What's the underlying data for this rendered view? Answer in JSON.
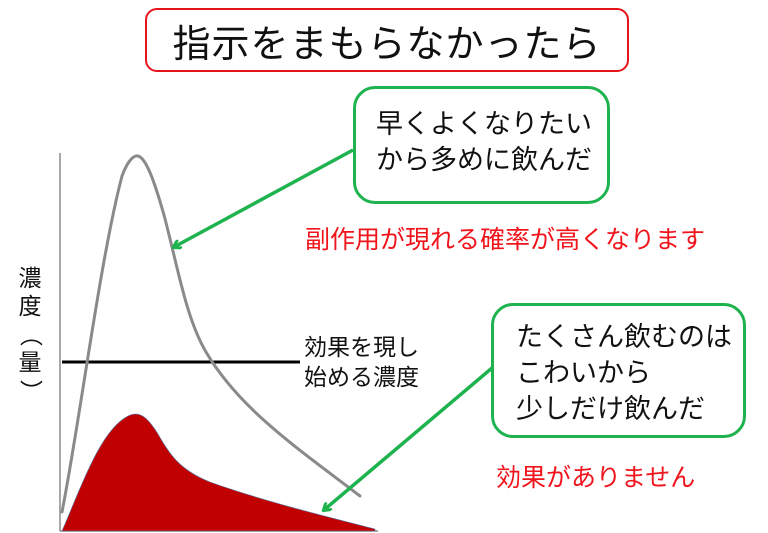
{
  "title": "指示をまもらなかったら",
  "bubbles": {
    "top": {
      "lines": [
        "早くよくなりたい",
        "から多めに飲んだ"
      ]
    },
    "bottom": {
      "lines": [
        "たくさん飲むのは",
        "こわいから",
        "少しだけ飲んだ"
      ]
    }
  },
  "notes": {
    "side_effect": "副作用が現れる確率が高くなります",
    "no_effect": "効果がありません"
  },
  "axis": {
    "y_label_chars": [
      "濃",
      "度",
      "（",
      "量",
      "）"
    ]
  },
  "threshold": {
    "lines": [
      "効果を現し",
      "始める濃度"
    ]
  },
  "colors": {
    "title_border": "#e8141b",
    "bubble_border": "#1fb34f",
    "arrow": "#1fb34f",
    "note_text": "#f0141c",
    "high_dose_curve": "#8a8a8a",
    "low_dose_fill": "#c00000",
    "threshold_line": "#000000"
  },
  "chart_data": {
    "type": "line",
    "title": "指示をまもらなかったら",
    "xlabel": "",
    "ylabel": "濃度（量）",
    "series": [
      {
        "name": "多めに飲んだ (high dose)",
        "style": "gray line",
        "shape": "sharp peak far above threshold, then decline crossing threshold"
      },
      {
        "name": "少しだけ飲んだ (low dose)",
        "style": "red filled area",
        "shape": "small peak well below threshold, long tail"
      }
    ],
    "reference_lines": [
      {
        "name": "効果を現し始める濃度",
        "type": "horizontal"
      }
    ],
    "annotations": [
      "副作用が現れる確率が高くなります",
      "効果がありません"
    ],
    "grid": false
  }
}
